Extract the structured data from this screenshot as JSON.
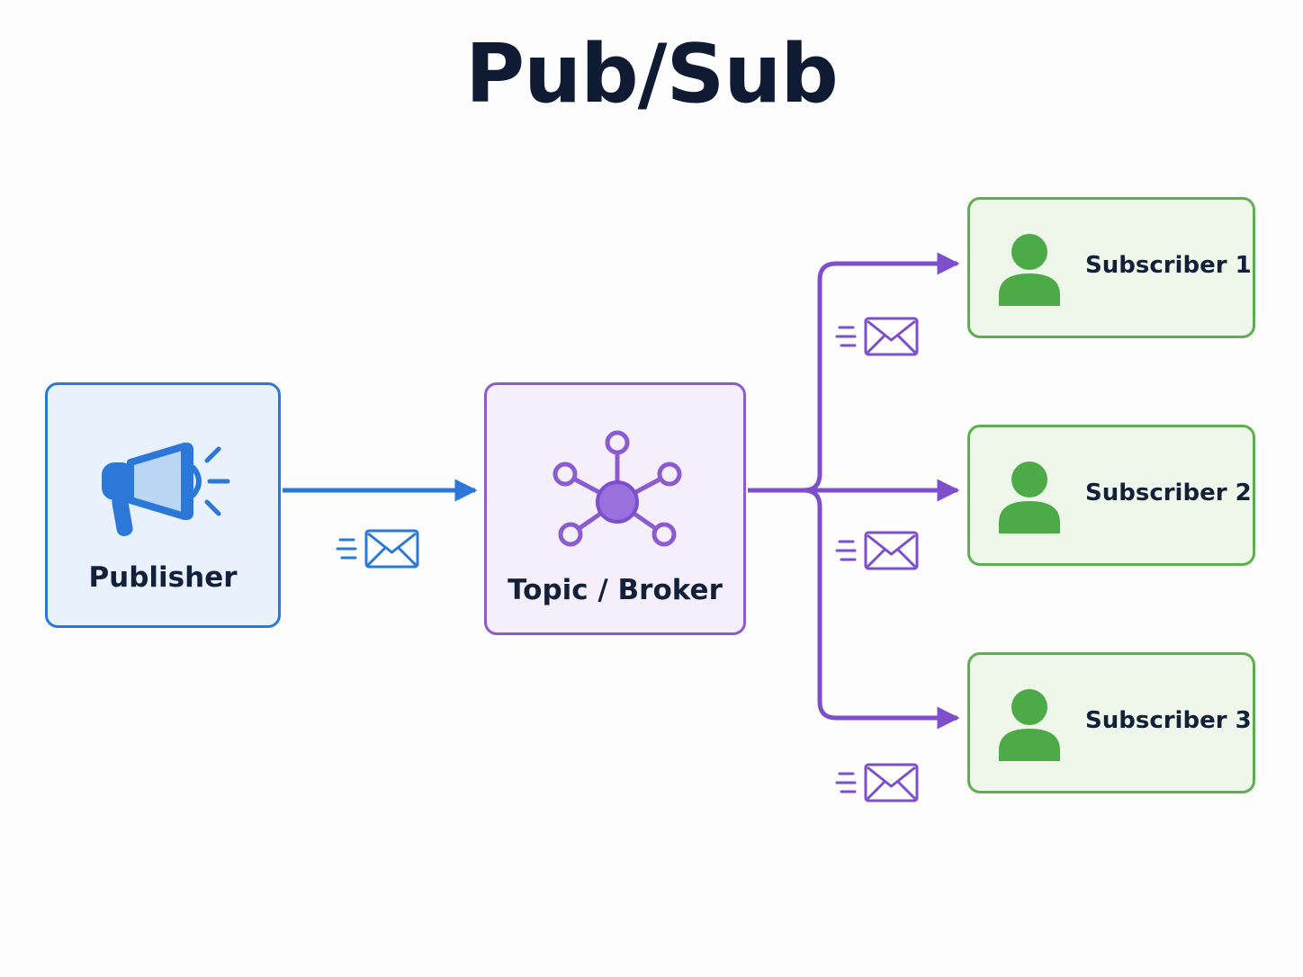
{
  "diagram": {
    "title": "Pub/Sub",
    "publisher": {
      "label": "Publisher",
      "icon": "megaphone-icon"
    },
    "broker": {
      "label": "Topic / Broker",
      "icon": "hub-icon"
    },
    "subscribers": [
      {
        "label": "Subscriber 1",
        "icon": "person-icon"
      },
      {
        "label": "Subscriber 2",
        "icon": "person-icon"
      },
      {
        "label": "Subscriber 3",
        "icon": "person-icon"
      }
    ],
    "edges": [
      {
        "from": "Publisher",
        "to": "Topic / Broker",
        "message_icon": "envelope-icon"
      },
      {
        "from": "Topic / Broker",
        "to": "Subscriber 1",
        "message_icon": "envelope-icon"
      },
      {
        "from": "Topic / Broker",
        "to": "Subscriber 2",
        "message_icon": "envelope-icon"
      },
      {
        "from": "Topic / Broker",
        "to": "Subscriber 3",
        "message_icon": "envelope-icon"
      }
    ],
    "colors": {
      "publisher": "#2b78d8",
      "broker": "#8a5cd0",
      "subscriber": "#5cb14e",
      "title": "#0f1b33"
    }
  }
}
